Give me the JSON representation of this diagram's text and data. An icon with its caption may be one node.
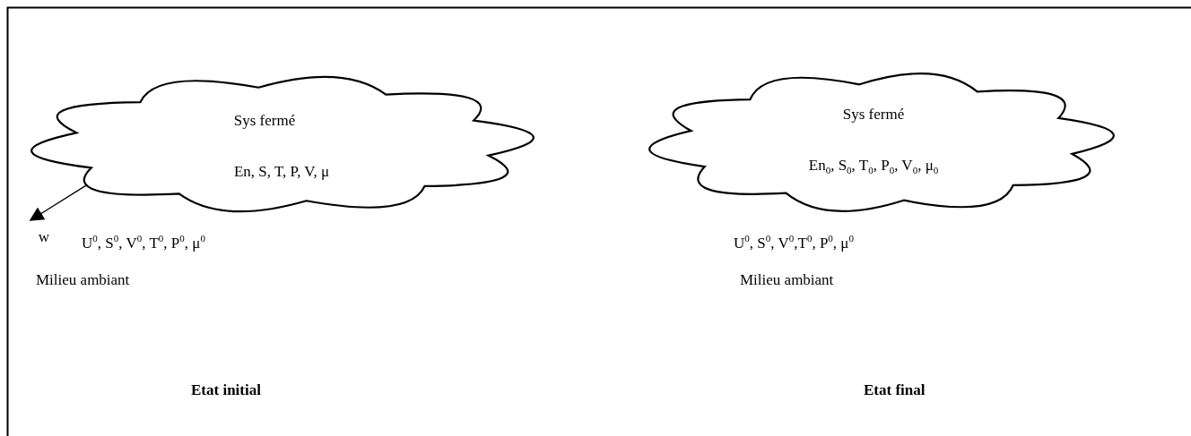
{
  "diagram": {
    "nodes": [
      {
        "text": [
          "Sys fermé",
          "En, S, T, P, V, μ"
        ]
      },
      {
        "text": [
          "Sys fermé",
          "En$_{0}$, S$_{0}$, T$_{0}$, P$_{0}$, V$_{0}$, μ$_{0}$"
        ]
      },
      {
        "text": [
          "w"
        ]
      }
    ],
    "edges": [
      {
        "from": 0,
        "to": 2,
        "arrow": "to"
      }
    ],
    "labels": [
      "U$^{0}$, S$^{0}$, V$^{0}$, T$^{0}$, P$^{0}$, μ$^{0}$",
      "U$^{0}$, S$^{0}$, V$^{0}$,T$^{0}$, P$^{0}$, μ$^{0}$",
      "Milieu ambiant",
      "Milieu ambiant",
      "Etat initial",
      "Etat final"
    ]
  }
}
